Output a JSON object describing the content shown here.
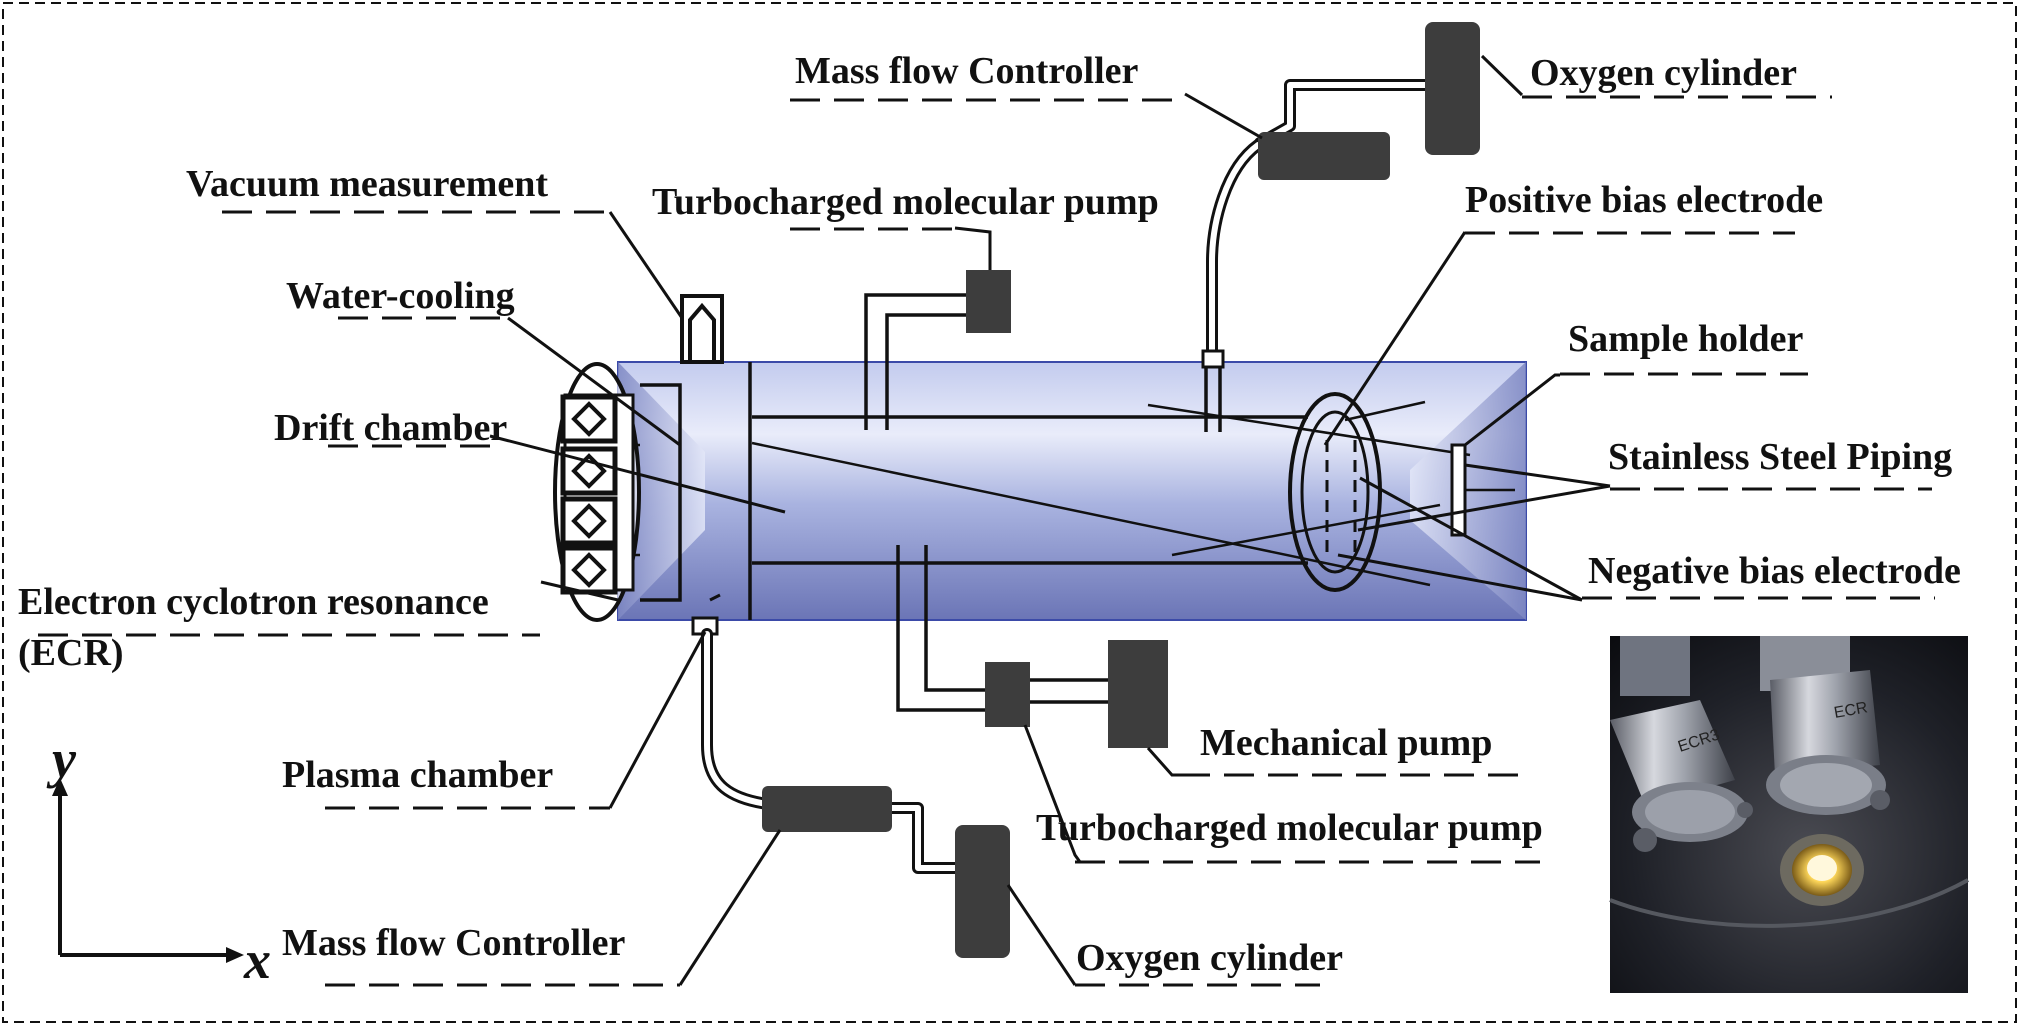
{
  "labels": {
    "mfc_top": "Mass flow Controller",
    "oxygen_top": "Oxygen cylinder",
    "vacuum": "Vacuum measurement",
    "turbo_top": "Turbocharged molecular pump",
    "positive_bias": "Positive bias electrode",
    "water_cooling": "Water-cooling",
    "sample_holder": "Sample holder",
    "drift_chamber": "Drift chamber",
    "stainless_piping": "Stainless Steel Piping",
    "ecr_line1": "Electron cyclotron resonance",
    "ecr_line2": "(ECR)",
    "negative_bias": "Negative bias electrode",
    "mechanical_pump": "Mechanical pump",
    "plasma_chamber": "Plasma chamber",
    "turbo_bottom": "Turbocharged molecular pump",
    "mfc_bottom": "Mass flow Controller",
    "oxygen_bottom": "Oxygen cylinder"
  },
  "axes": {
    "x": "x",
    "y": "y"
  },
  "photo": {
    "tag_left": "ECR3",
    "tag_right": "ECR"
  },
  "colors": {
    "chamber_light": "#dfe5f7",
    "chamber_mid": "#9aa6d6",
    "chamber_dark": "#5c67a6",
    "device": "#3d3d3d",
    "glow": "#ffe27a"
  }
}
